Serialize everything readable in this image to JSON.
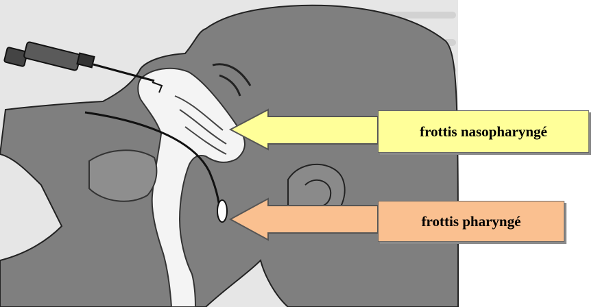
{
  "labels": {
    "nasopharyngeal": "frottis nasopharyngé",
    "pharyngeal": "frottis pharyngé"
  },
  "colors": {
    "head_fill": "#7f7f7f",
    "cavity_fill": "#f4f4f4",
    "background_print": "#e6e6e6",
    "arrow_naso_fill": "#ffff99",
    "arrow_pharynx_fill": "#fac090",
    "box_naso_fill": "#ffff99",
    "box_pharynx_fill": "#fac090"
  },
  "icons": {
    "swab_naso": "syringe-swab",
    "swab_pharynx": "curved-swab"
  }
}
